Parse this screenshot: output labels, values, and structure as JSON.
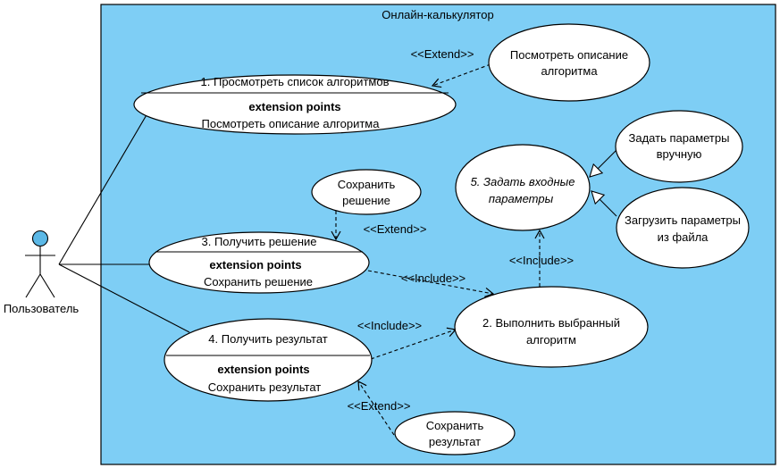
{
  "system": {
    "title": "Онлайн-калькулятор"
  },
  "actor": {
    "label": "Пользователь"
  },
  "use_cases": {
    "uc1": {
      "title": "1. Просмотреть список алгоритмов",
      "ext_heading": "extension points",
      "ext_point": "Посмотреть описание алгоритма"
    },
    "view_desc": {
      "line1": "Посмотреть описание",
      "line2": "алгоритма"
    },
    "set_manual": {
      "line1": "Задать параметры",
      "line2": "вручную"
    },
    "input_params": {
      "line1": "5. Задать входные",
      "line2": "параметры"
    },
    "load_file": {
      "line1": "Загрузить параметры",
      "line2": "из файла"
    },
    "save_solution": {
      "line1": "Сохранить",
      "line2": "решение"
    },
    "uc3": {
      "title": "3. Получить решение",
      "ext_heading": "extension points",
      "ext_point": "Сохранить решение"
    },
    "uc2": {
      "line1": "2. Выполнить выбранный",
      "line2": "алгоритм"
    },
    "uc4": {
      "title": "4. Получить результат",
      "ext_heading": "extension points",
      "ext_point": "Сохранить результат"
    },
    "save_result": {
      "line1": "Сохранить",
      "line2": "результат"
    }
  },
  "relations": {
    "extend_view_desc": "<<Extend>>",
    "extend_save_solution": "<<Extend>>",
    "include_uc3_uc2": "<<Include>>",
    "include_uc2_params": "<<Include>>",
    "include_uc4_uc2": "<<Include>>",
    "extend_save_result": "<<Extend>>"
  },
  "colors": {
    "system_fill": "#7ECEF5",
    "actor_head": "#5BB8E6"
  }
}
